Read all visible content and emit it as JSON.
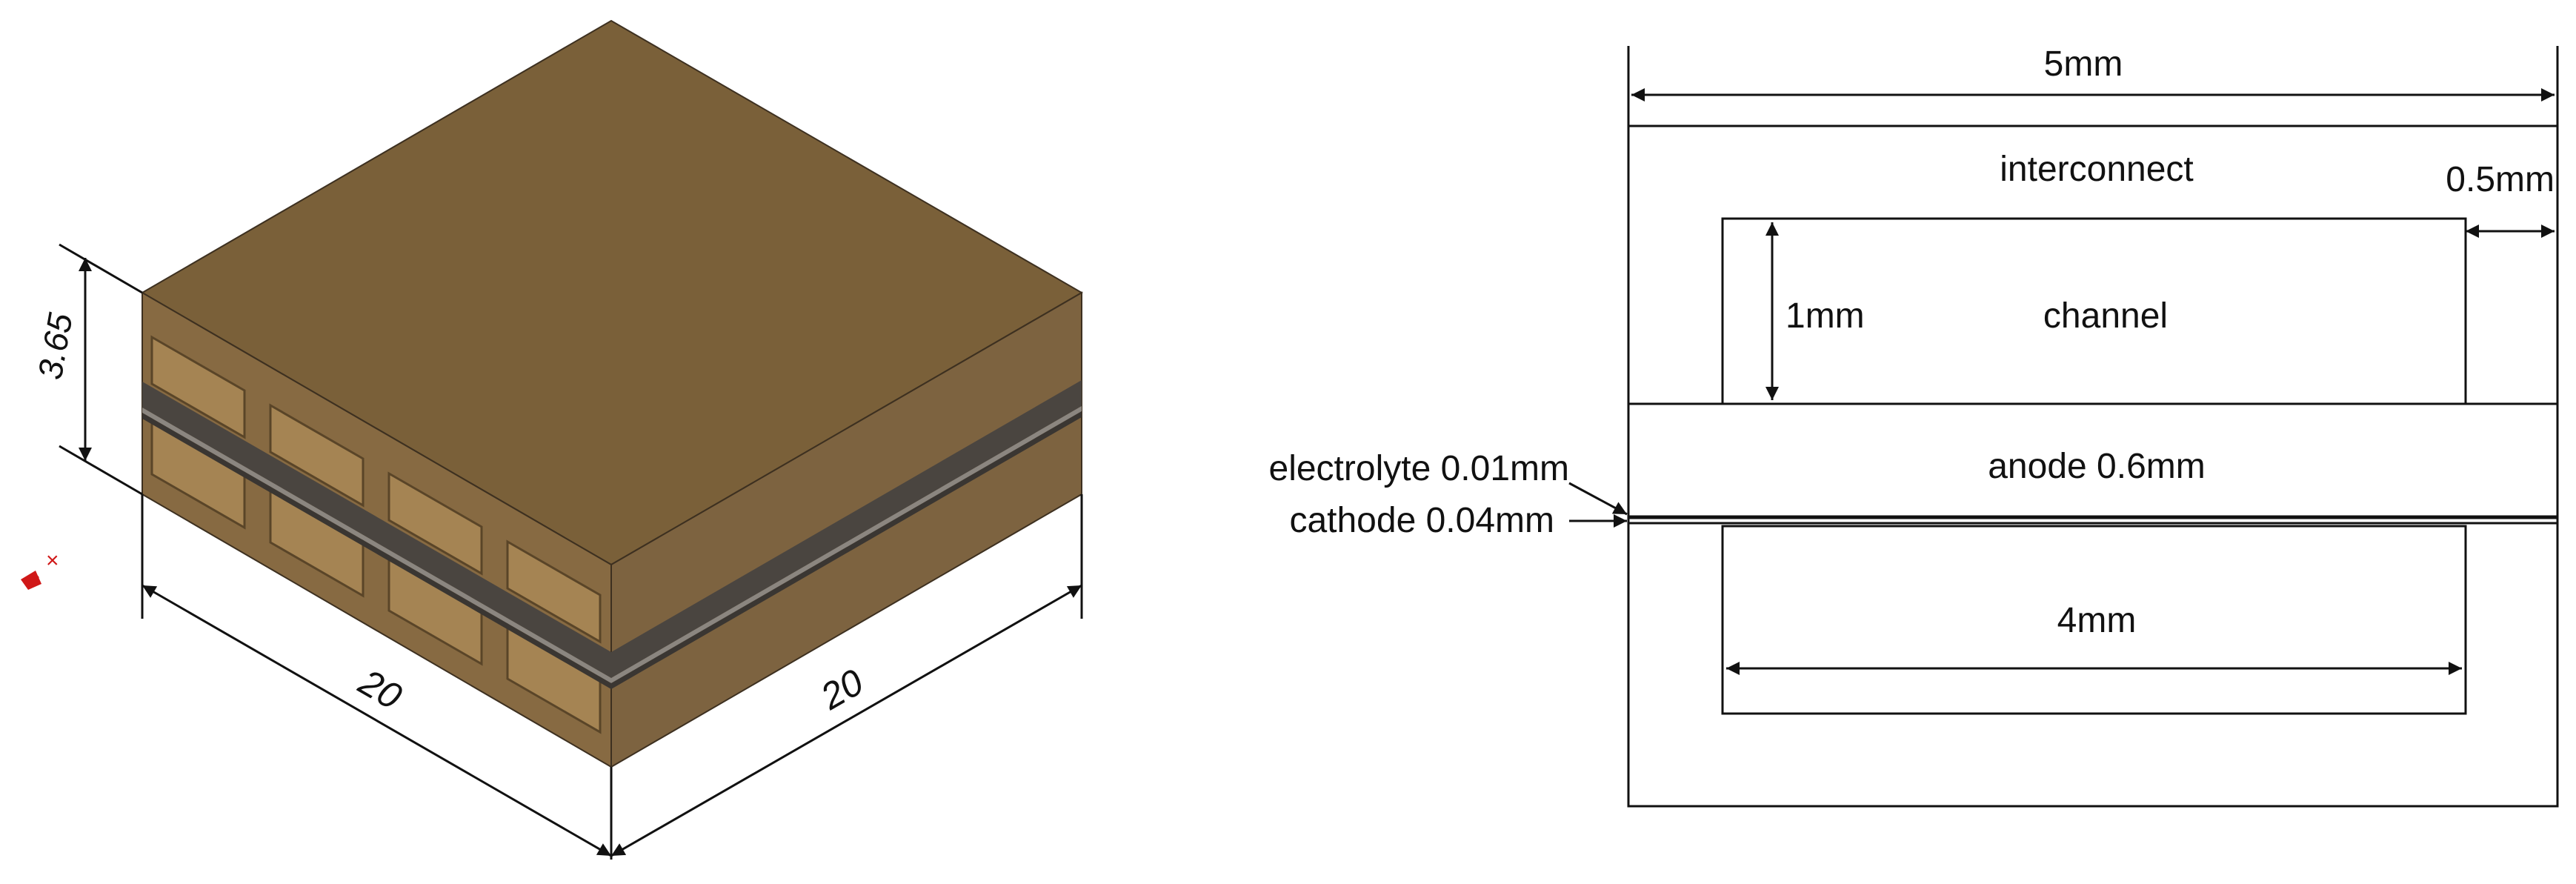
{
  "isometric_view": {
    "dimensions": {
      "height": "3.65",
      "width": "20",
      "depth": "20"
    },
    "colors": {
      "top": "#7a6039",
      "front": "#876a42",
      "right": "#7d6340",
      "layer_dark": "#4a4540",
      "layer_light": "#8b8680",
      "channel_inner": "#a58453",
      "line": "#111111"
    },
    "axis_icon": {
      "x_label": "×"
    }
  },
  "cross_section": {
    "labels": {
      "width": "5mm",
      "interconnect": "interconnect",
      "rib": "0.5mm",
      "channel_height": "1mm",
      "channel": "channel",
      "anode": "anode 0.6mm",
      "electrolyte": "electrolyte 0.01mm",
      "cathode": "cathode 0.04mm",
      "channel_width": "4mm"
    }
  }
}
